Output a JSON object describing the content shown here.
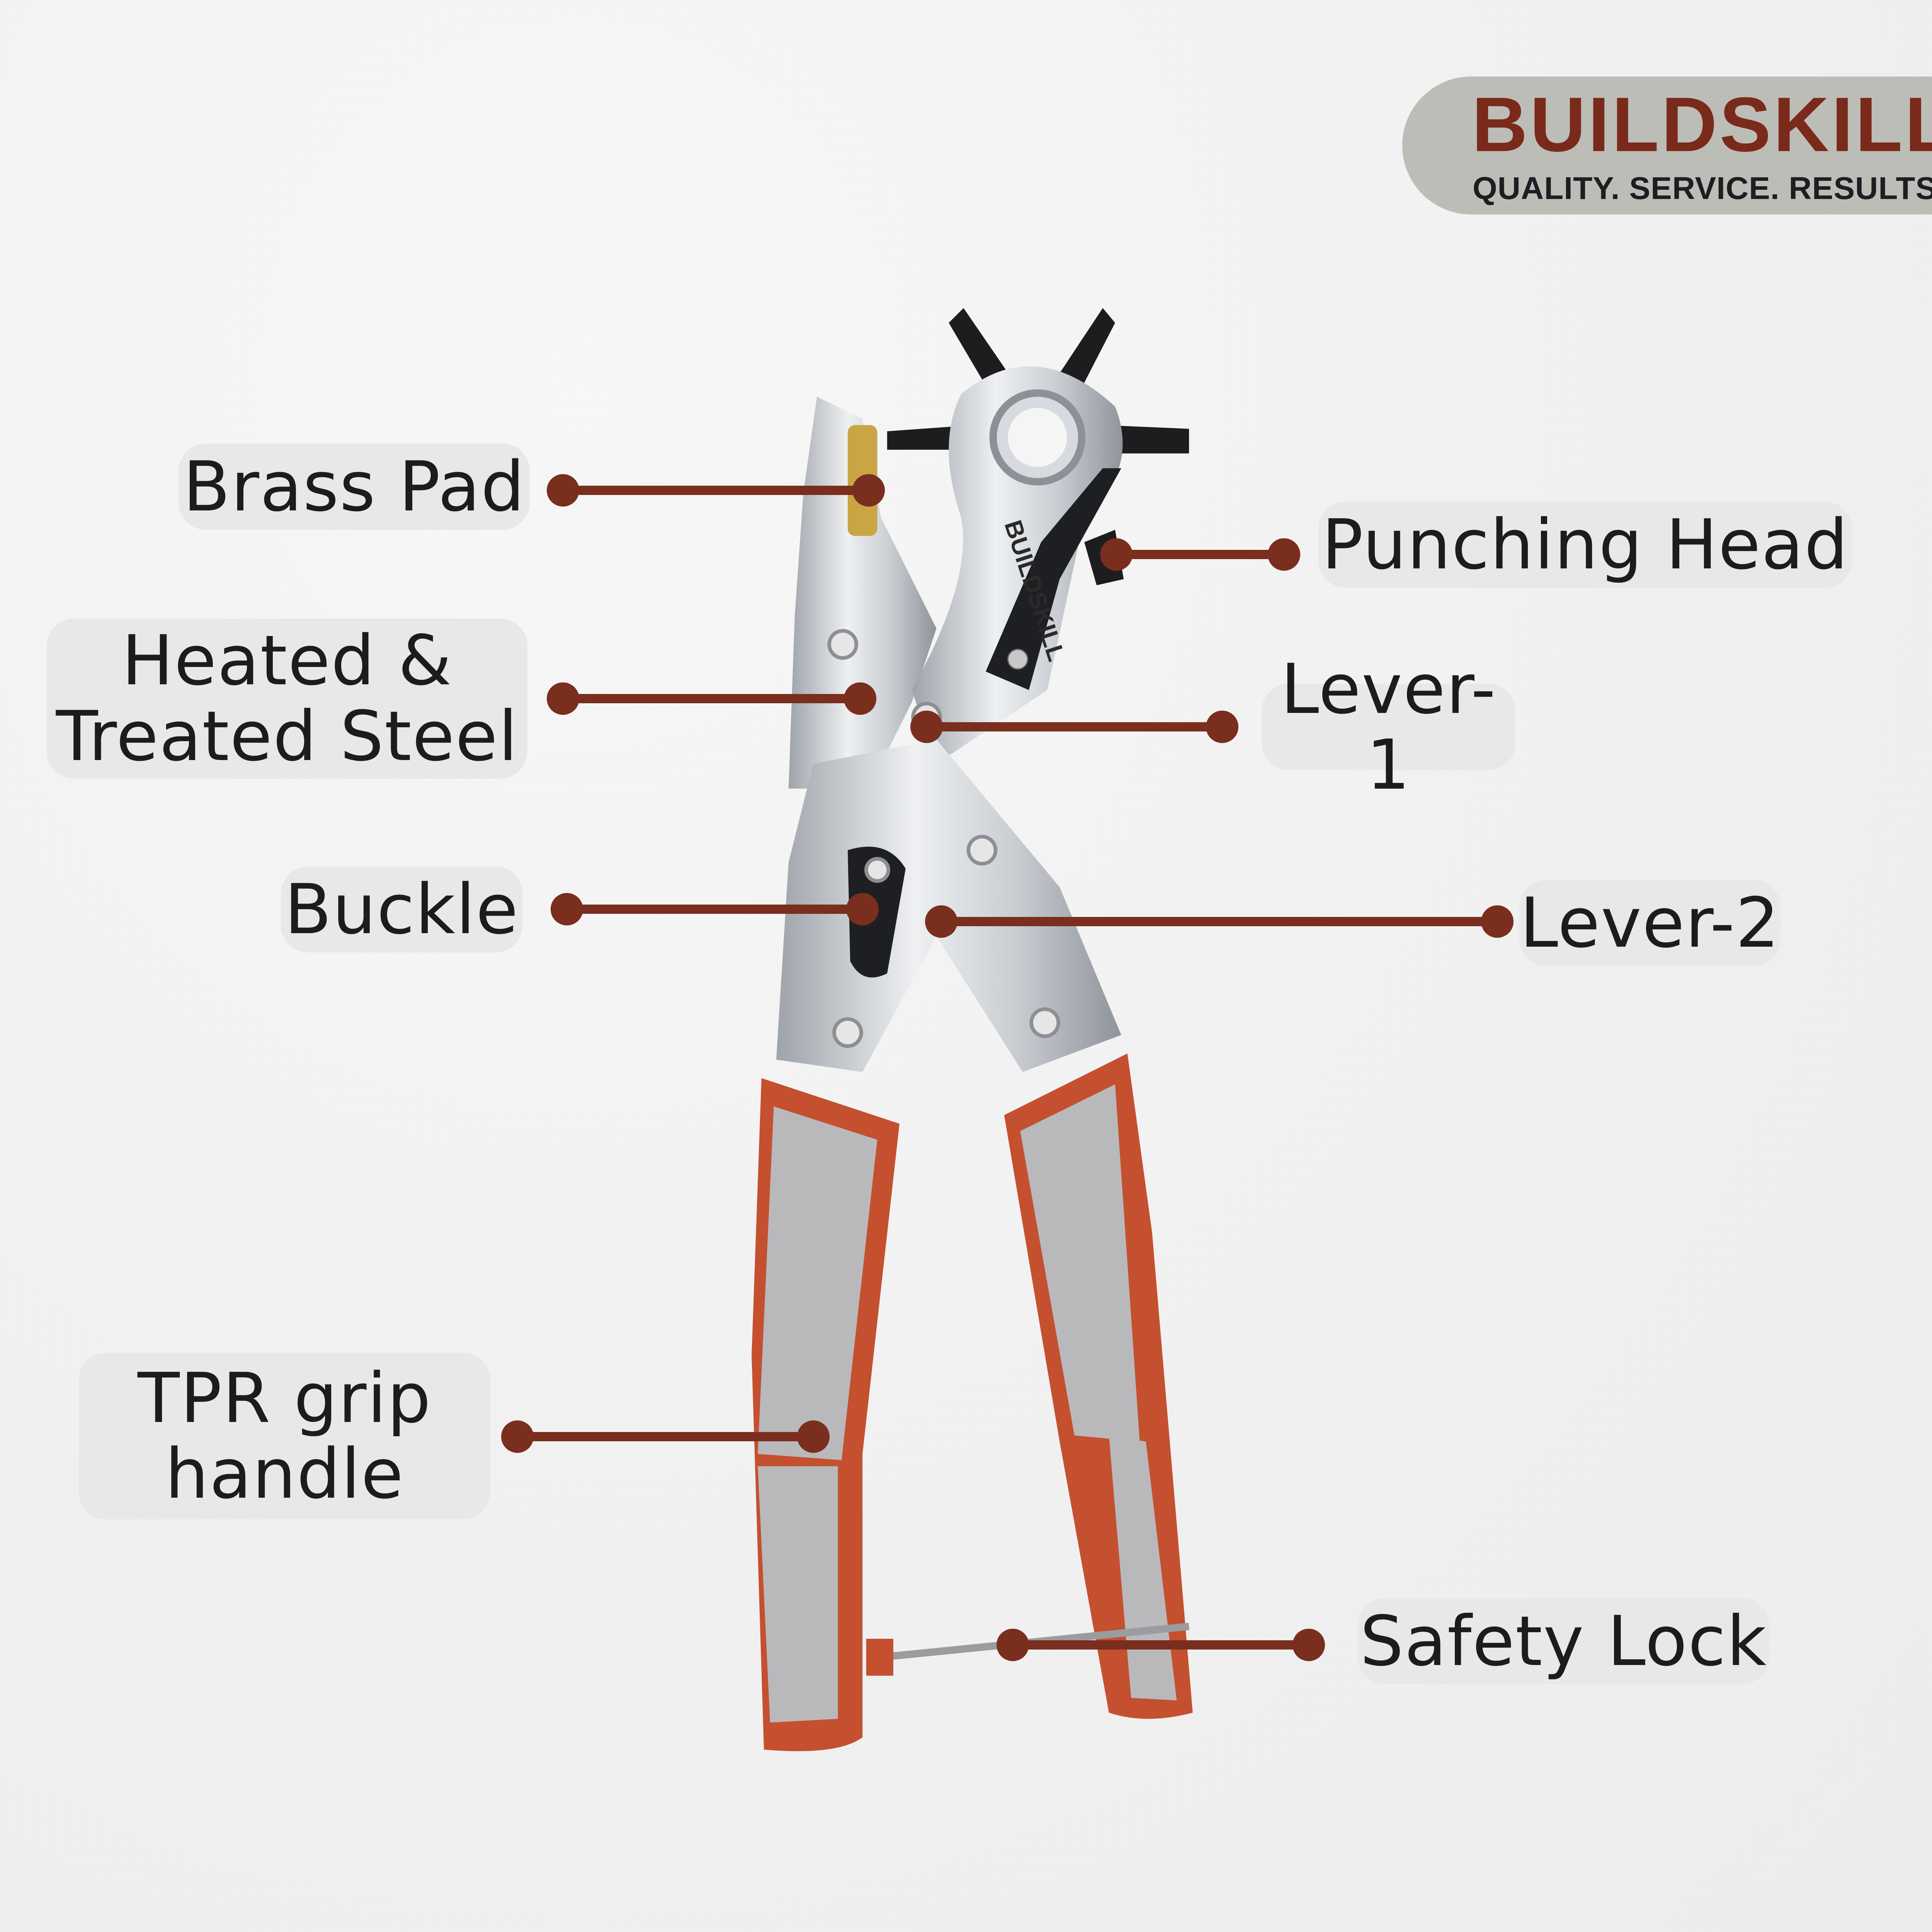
{
  "logo": {
    "brand": "BUILDSKILL",
    "tagline": "QUALITY. SERVICE. RESULTS."
  },
  "tool": {
    "engraving": "BUILDSKILL"
  },
  "callouts": {
    "brass_pad": "Brass Pad",
    "punching_head": "Punching Head",
    "heated_steel_line1": "Heated &",
    "heated_steel_line2": "Treated Steel",
    "lever_1": "Lever-1",
    "buckle": "Buckle",
    "lever_2": "Lever-2",
    "tpr_grip_line1": "TPR grip",
    "tpr_grip_line2": "handle",
    "safety_lock": "Safety Lock"
  },
  "colors": {
    "accent": "#7a2e1e",
    "grip_orange": "#c4502f",
    "grip_gray": "#b9b9bc",
    "label_bg": "#e8e8e8"
  }
}
